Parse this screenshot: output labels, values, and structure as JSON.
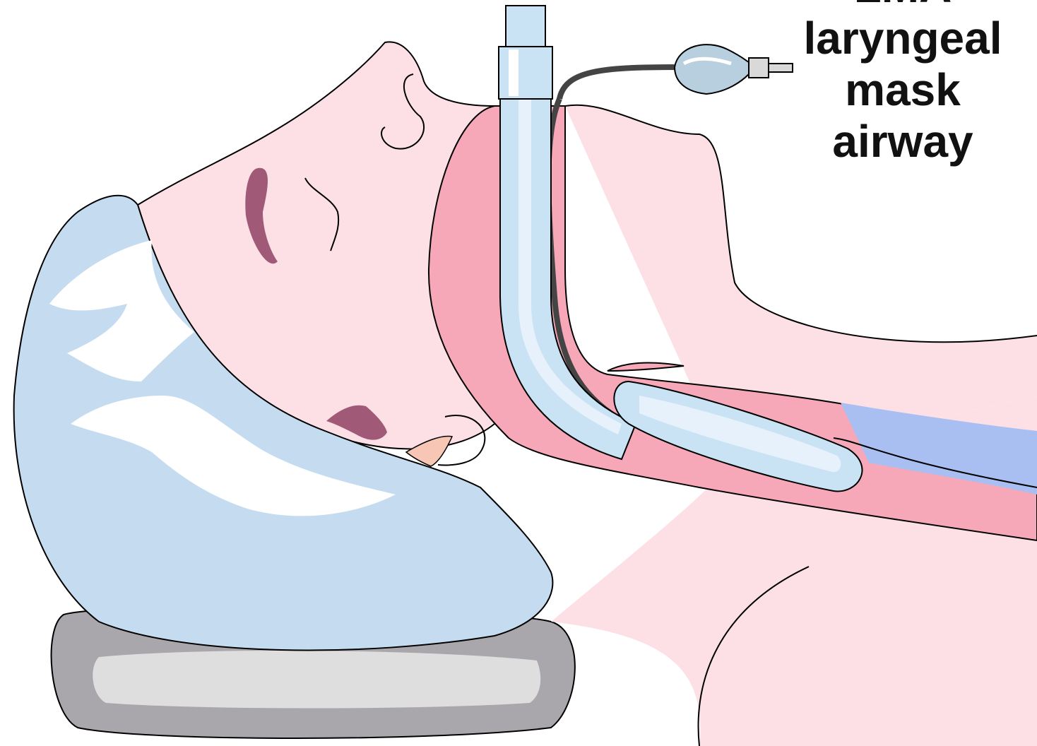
{
  "caption": {
    "line1": "LMA",
    "line2": "laryngeal",
    "line3": "mask",
    "line4": "airway"
  },
  "colors": {
    "skin": "#fde0e6",
    "mucosa": "#f7a8b8",
    "hair": "#c5dcf0",
    "tube": "#c9e3f5",
    "pillow": "#a9a6ac",
    "lips": "#a05a78",
    "trachea_blue": "#a9bff2"
  },
  "icons": [
    "lma-tube-icon",
    "pilot-balloon-icon"
  ]
}
